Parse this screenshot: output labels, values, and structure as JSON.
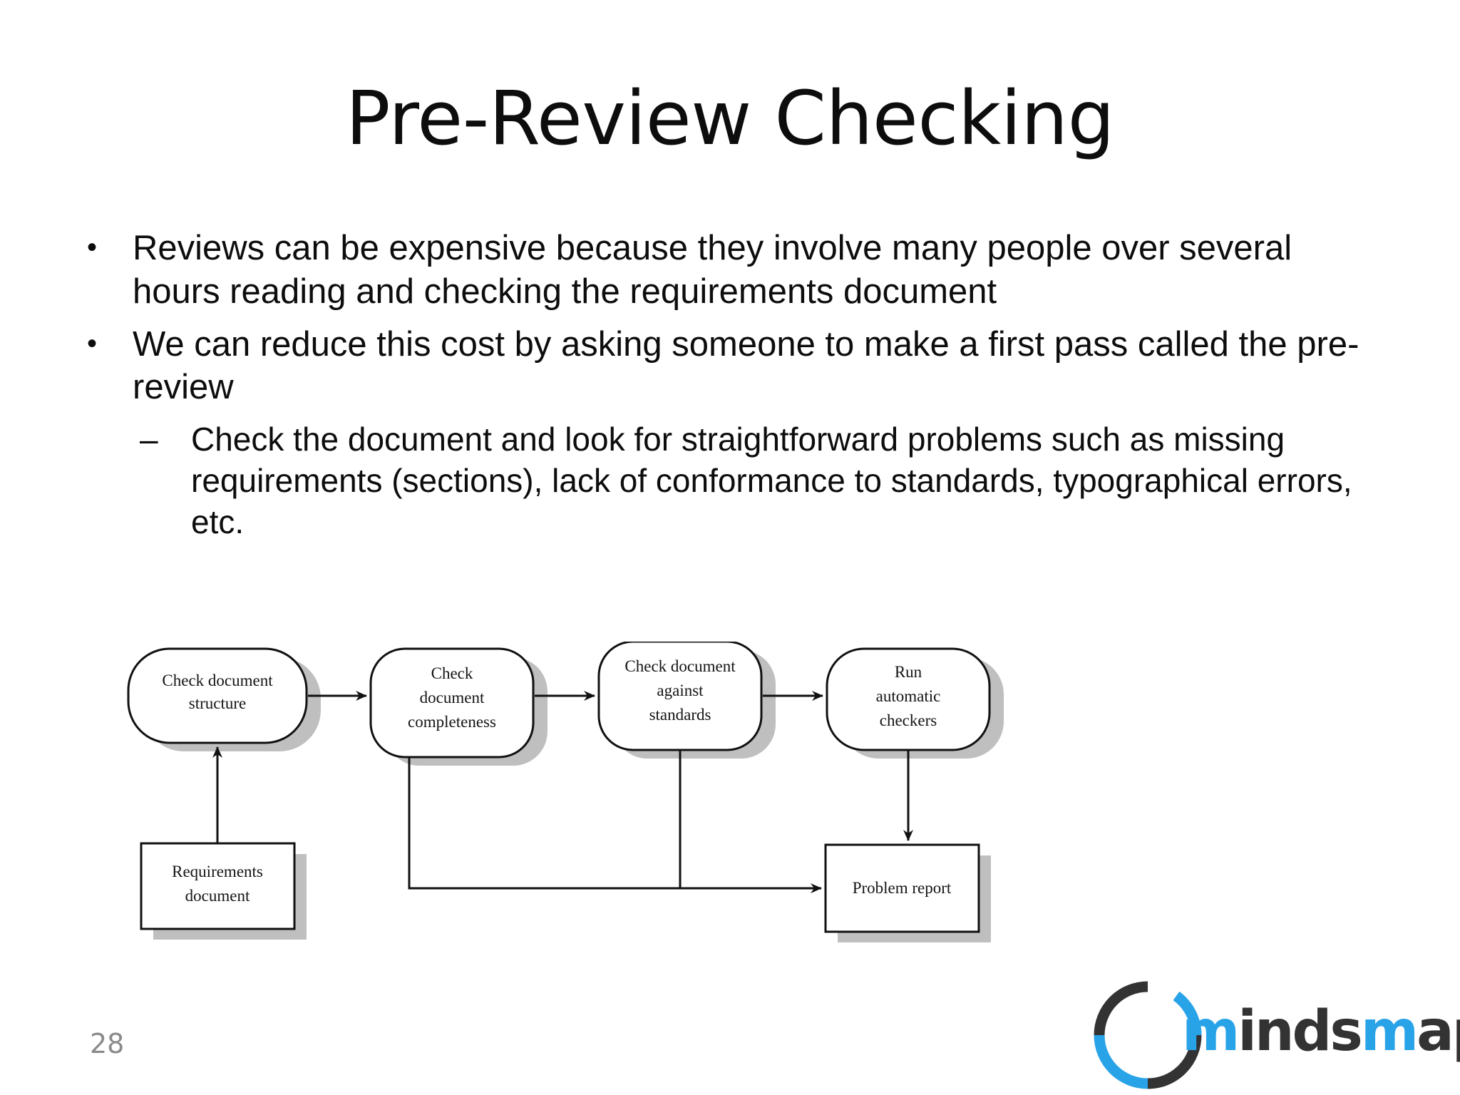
{
  "slide": {
    "title": "Pre-Review Checking",
    "page_number": "28",
    "background_color": "#ffffff",
    "text_color": "#0d0d0d"
  },
  "body": {
    "bullets": [
      {
        "level": 1,
        "marker": "•",
        "text": "Reviews can be expensive because they involve many people over several hours reading and checking the requirements document"
      },
      {
        "level": 1,
        "marker": "•",
        "text": "We can reduce this cost by asking someone to make a first pass called the pre-review"
      },
      {
        "level": 2,
        "marker": "–",
        "text": "Check the document and look for straightforward problems such as missing requirements (sections), lack of conformance to standards, typographical errors, etc."
      }
    ]
  },
  "diagram": {
    "type": "flowchart",
    "title": "",
    "nodes": [
      {
        "id": "check-structure",
        "label": "Check document\nstructure",
        "shape": "rounded",
        "line1": "Check document",
        "line2": "structure",
        "line3": ""
      },
      {
        "id": "check-completeness",
        "label": "Check document completeness",
        "shape": "rounded",
        "line1": "Check",
        "line2": "document",
        "line3": "completeness"
      },
      {
        "id": "check-standards",
        "label": "Check document against standards",
        "shape": "rounded",
        "line1": "Check document",
        "line2": "against",
        "line3": "standards"
      },
      {
        "id": "run-checkers",
        "label": "Run automatic checkers",
        "shape": "rounded",
        "line1": "Run",
        "line2": "automatic",
        "line3": "checkers"
      },
      {
        "id": "requirements-doc",
        "label": "Requirements document",
        "shape": "rectangle",
        "line1": "Requirements",
        "line2": "document",
        "line3": ""
      },
      {
        "id": "problem-report",
        "label": "Problem report",
        "shape": "rectangle",
        "line1": "Problem report",
        "line2": "",
        "line3": ""
      }
    ],
    "edges": [
      {
        "from": "check-structure",
        "to": "check-completeness",
        "style": "arrow-right"
      },
      {
        "from": "check-completeness",
        "to": "check-standards",
        "style": "arrow-right"
      },
      {
        "from": "check-standards",
        "to": "run-checkers",
        "style": "arrow-right"
      },
      {
        "from": "requirements-doc",
        "to": "check-structure",
        "style": "arrow-up"
      },
      {
        "from": "run-checkers",
        "to": "problem-report",
        "style": "arrow-down"
      },
      {
        "from": "check-completeness",
        "to": "problem-report",
        "style": "elbow-down-right"
      },
      {
        "from": "check-standards",
        "to": "problem-report",
        "style": "elbow-down-right"
      }
    ],
    "colors": {
      "stroke": "#111111",
      "fill": "#ffffff",
      "shadow": "#bfbfbf"
    }
  },
  "logo": {
    "name": "mindsmapped",
    "part_blue_1": "m",
    "part_dark_1": "inds",
    "part_blue_2": "m",
    "part_dark_2": "apped",
    "blue": "#29a3e8",
    "dark": "#333333"
  }
}
